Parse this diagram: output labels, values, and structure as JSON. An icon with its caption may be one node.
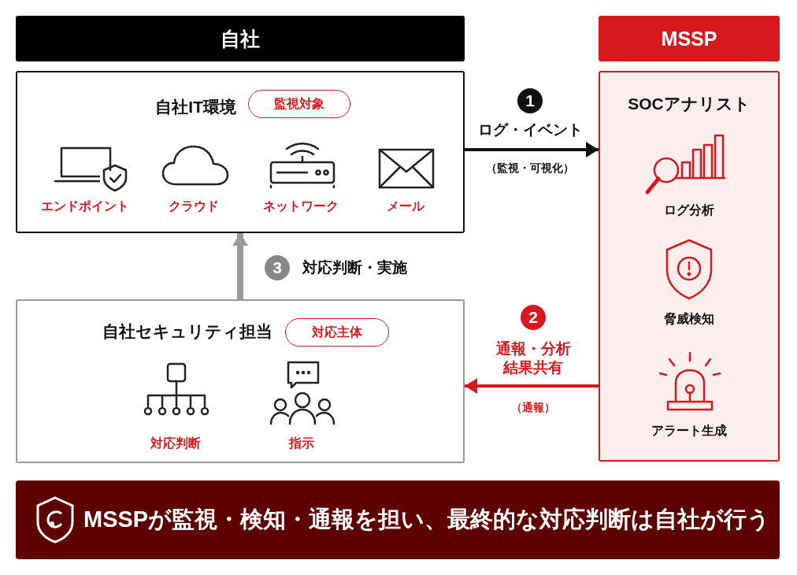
{
  "diagram": {
    "nodes": [
      {
        "text": [
          "自社"
        ]
      },
      {
        "text": [
          "MSSP"
        ]
      },
      {
        "text": [
          "自社IT環境"
        ]
      },
      {
        "text": [
          "監視対象"
        ],
        "in": 2
      },
      {
        "text": [
          "SOCアナリスト"
        ]
      },
      {
        "text": [
          "自社セキュリティ担当"
        ]
      },
      {
        "text": [
          "対応主体"
        ],
        "in": 5
      },
      {
        "text": [
          "MSSPが監視・検知・通報を担い、最終的な対応判断は自社が行う"
        ]
      }
    ],
    "edges": [
      {
        "from": 2,
        "to": 4,
        "arrow": "to",
        "label": "ログ・イベント"
      },
      {
        "from": 4,
        "to": 5,
        "arrow": "to",
        "label": "通報・分析結果共有",
        "color": "#d7191f"
      },
      {
        "from": 5,
        "to": 2,
        "arrow": "to",
        "label": "対応判断・実施",
        "color": "#999999",
        "style": "thick"
      }
    ],
    "labels": [
      "1",
      "エンドポイント",
      "クラウド",
      "ネットワーク",
      "メール",
      "（監視・可視化）",
      "ログ分析",
      "3",
      "2",
      "脅威検知",
      "（通報）",
      "対応判断",
      "指示",
      "アラート生成"
    ]
  }
}
